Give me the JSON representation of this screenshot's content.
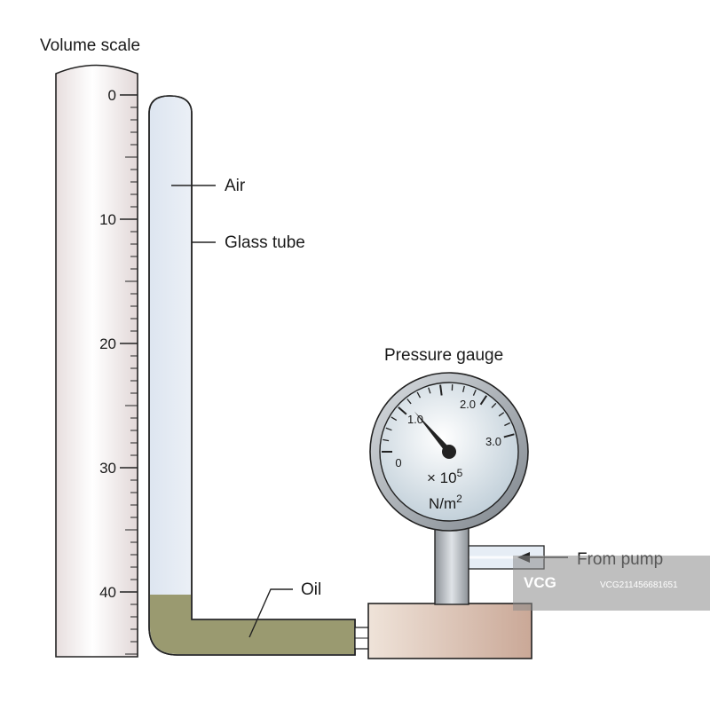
{
  "labels": {
    "volume_scale": "Volume scale",
    "air": "Air",
    "glass_tube": "Glass tube",
    "oil": "Oil",
    "pressure_gauge": "Pressure gauge",
    "from_pump": "From pump"
  },
  "volume_scale": {
    "major_labels": [
      "0",
      "10",
      "20",
      "30",
      "40"
    ],
    "minor_divisions_per_major": 10
  },
  "gauge": {
    "dial_labels": [
      "0",
      "1.0",
      "2.0",
      "3.0"
    ],
    "multiplier": "× 10",
    "exponent": "5",
    "unit": "N/m",
    "unit_exponent": "2",
    "needle_reading": 1.0
  },
  "watermark": {
    "logo": "VCG",
    "text": "VCG211456681651"
  },
  "colors": {
    "oil": "#9a9a70",
    "tube_glass": "#e9eef6",
    "scale_body": "#f1eaea",
    "base_block": "#d9c1b5",
    "gauge_face": "#e6eef3",
    "stem": "#b7bcc2"
  }
}
